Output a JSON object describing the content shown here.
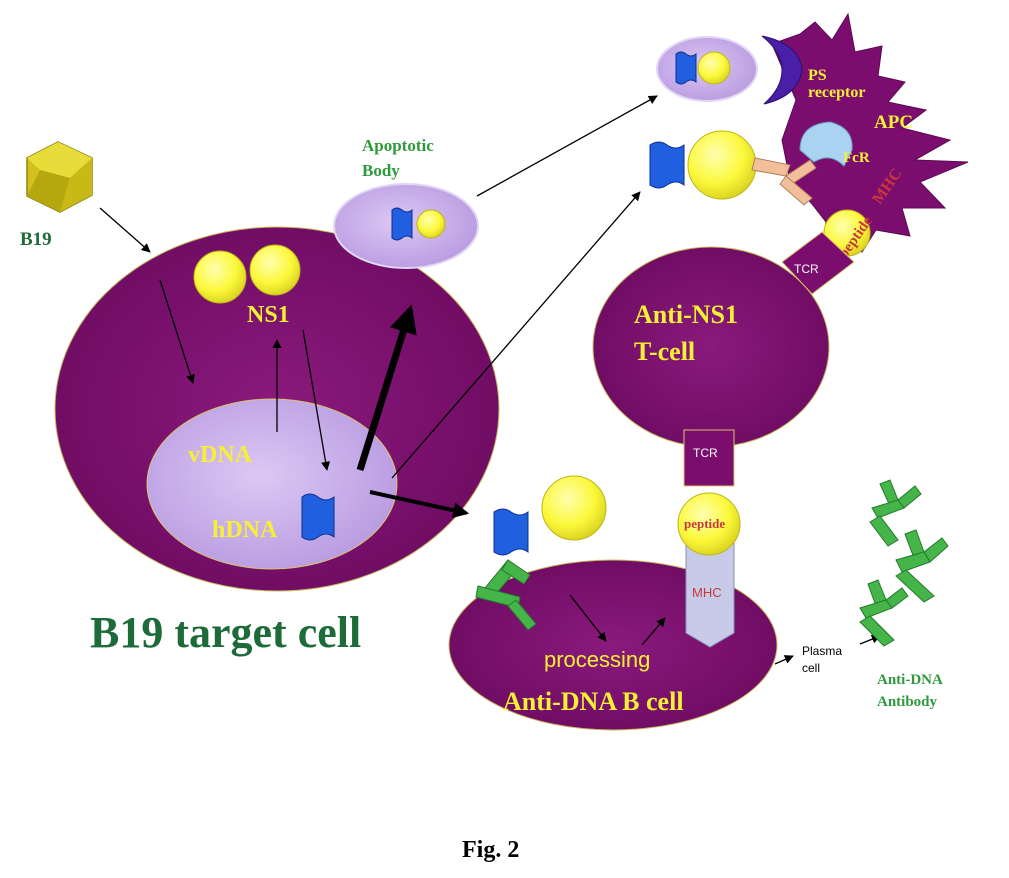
{
  "labels": {
    "virus": "B19",
    "apoptotic_body_line1": "Apoptotic",
    "apoptotic_body_line2": "Body",
    "ns1": "NS1",
    "vdna": "vDNA",
    "hdna": "hDNA",
    "target_cell": "B19 target cell",
    "ps_receptor_line1": "PS",
    "ps_receptor_line2": "receptor",
    "apc": "APC",
    "fcr": "FcR",
    "mhc_top": "MHC",
    "peptide_top": "peptide",
    "tcr_top": "TCR",
    "t_cell_line1": "Anti-NS1",
    "t_cell_line2": "T-cell",
    "tcr_bottom": "TCR",
    "peptide_bottom": "peptide",
    "mhc_bottom": "MHC",
    "processing": "processing",
    "b_cell": "Anti-DNA B cell",
    "plasma_line1": "Plasma",
    "plasma_line2": "cell",
    "antibody_line1": "Anti-DNA",
    "antibody_line2": "Antibody",
    "figure_caption": "Fig. 2"
  },
  "colors": {
    "cell_purple": "#7b0d6e",
    "nucleus_lavender": "#c4a6e6",
    "ns1_yellow": "#fdfd3a",
    "dna_blue": "#1f5fe0",
    "antibody_green": "#45b54a",
    "label_green": "#1e6b3a",
    "label_yellow": "#f6f035",
    "mhc_red": "#c8383a",
    "fcr_blue": "#a9d3f0",
    "mhc_gray": "#c8cbe8"
  }
}
